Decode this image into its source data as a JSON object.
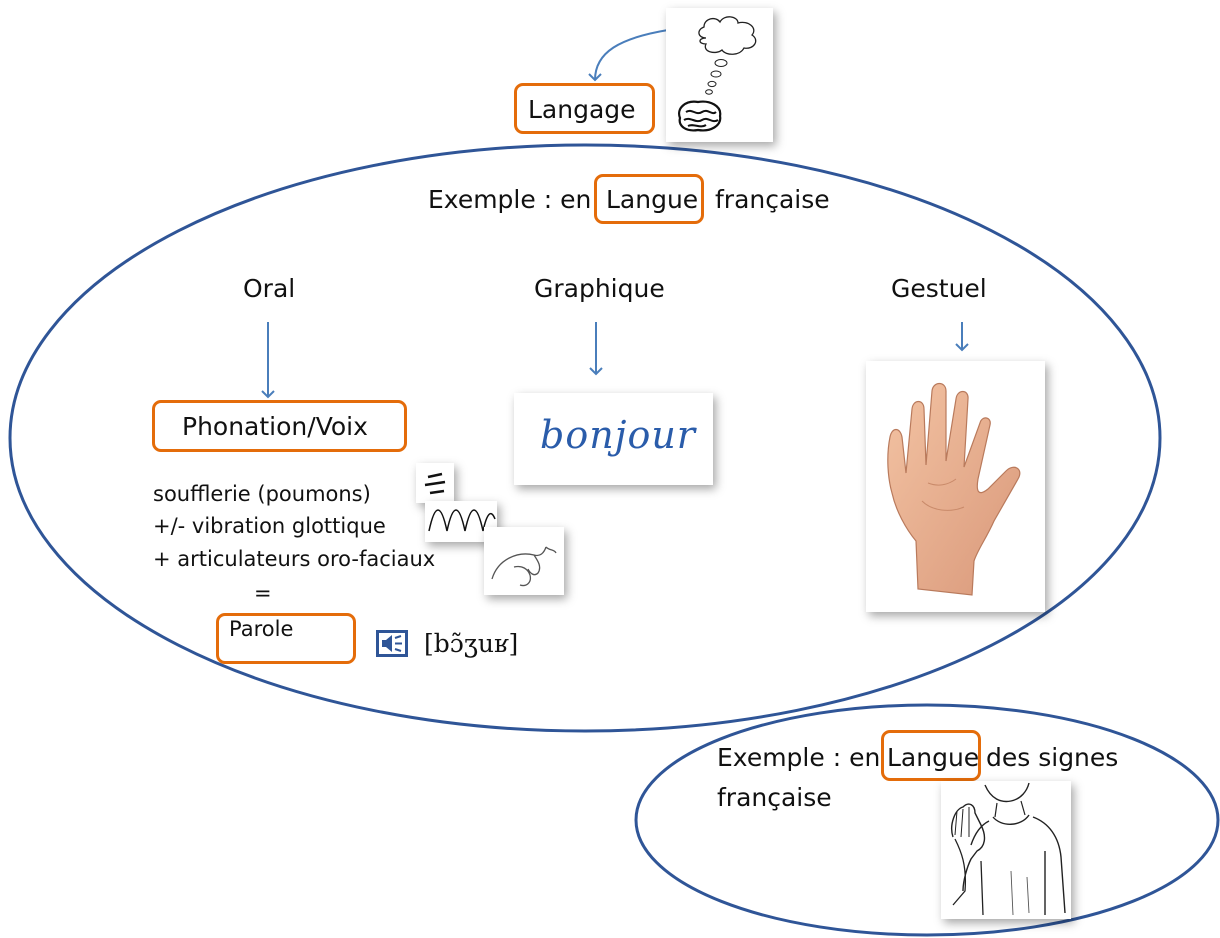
{
  "top": {
    "term": "Langage"
  },
  "main": {
    "example_prefix": "Exemple : en",
    "example_term": "Langue",
    "example_suffix": "française",
    "branches": {
      "oral": "Oral",
      "graphic": "Graphique",
      "gestural": "Gestuel"
    },
    "phonation": "Phonation/Voix",
    "components": [
      "soufflerie (poumons)",
      "+/- vibration glottique",
      "+ articulateurs oro-faciaux"
    ],
    "equals": "=",
    "result": "Parole",
    "phonetic": "[bɔ̃ʒuʁ]",
    "handwriting": "bonjour"
  },
  "sign": {
    "prefix": "Exemple : en",
    "term": "Langue",
    "suffix": "des signes",
    "line2": "française"
  },
  "colors": {
    "ellipse": "#2f5597",
    "arrow": "#4a7ebb",
    "box": "#e46c0a"
  },
  "icons": [
    "thought-cloud-icon",
    "brain-icon",
    "lungs-airflow-icon",
    "wave-icon",
    "mouth-profile-icon",
    "speaker-icon",
    "open-hand-image",
    "signing-person-image"
  ]
}
